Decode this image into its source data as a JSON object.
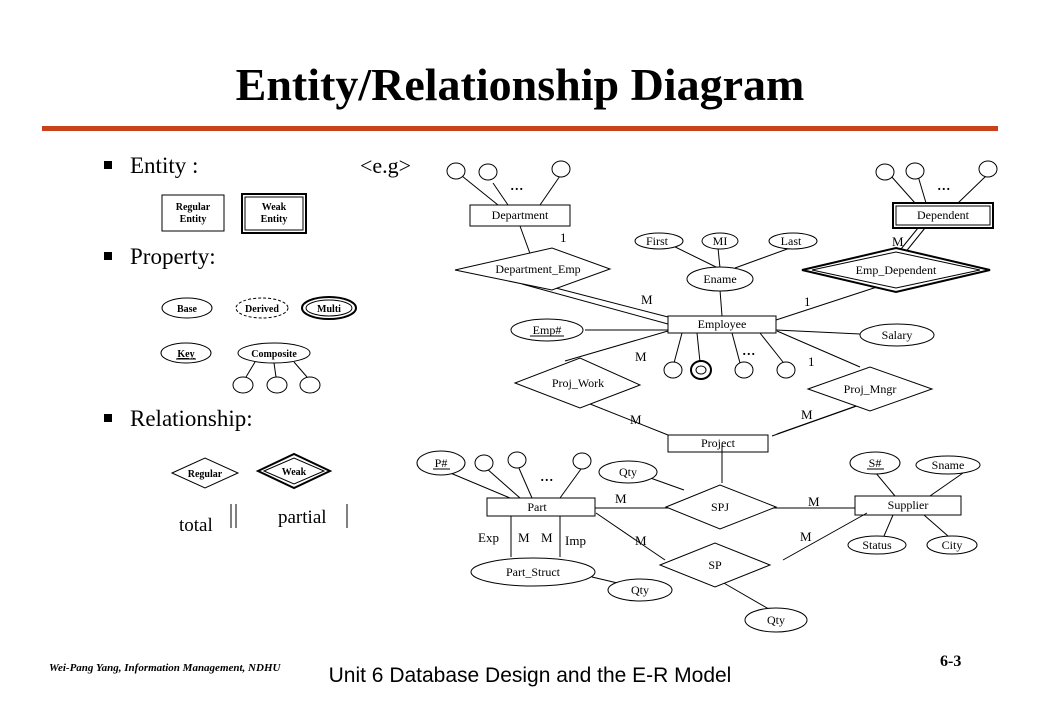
{
  "title": "Entity/Relationship Diagram",
  "bullets": {
    "entity": "Entity :",
    "property": "Property:",
    "relationship": "Relationship:"
  },
  "example_tag": "<e.g>",
  "legend": {
    "regular_entity": [
      "Regular",
      "Entity"
    ],
    "weak_entity": [
      "Weak",
      "Entity"
    ],
    "base": "Base",
    "derived": "Derived",
    "multi": "Multi",
    "key": "Key",
    "composite": "Composite",
    "regular_rel": "Regular",
    "weak_rel": "Weak",
    "total": "total",
    "partial": "partial"
  },
  "diagram": {
    "entities": {
      "department": "Department",
      "dependent": "Dependent",
      "employee": "Employee",
      "project": "Project",
      "part": "Part",
      "supplier": "Supplier"
    },
    "relationships": {
      "department_emp": "Department_Emp",
      "emp_dependent": "Emp_Dependent",
      "proj_work": "Proj_Work",
      "proj_mngr": "Proj_Mngr",
      "spj": "SPJ",
      "sp": "SP",
      "part_struct": "Part_Struct"
    },
    "attributes": {
      "first": "First",
      "mi": "MI",
      "last": "Last",
      "ename": "Ename",
      "emp_no": "Emp#",
      "salary": "Salary",
      "p_no": "P#",
      "s_no": "S#",
      "sname": "Sname",
      "status": "Status",
      "city": "City",
      "qty_spj": "Qty",
      "qty_part_struct": "Qty",
      "qty_sp": "Qty"
    },
    "ellipsis": "...",
    "cardinalities": {
      "dept": "1",
      "dept_emp": "M",
      "dependent": "M",
      "emp_dependent": "1",
      "proj_work_emp": "M",
      "proj_work_proj": "M",
      "proj_mngr_emp": "1",
      "proj_mngr_proj": "M",
      "spj_part": "M",
      "spj_supplier": "M",
      "spj_project": "M",
      "sp_supplier": "M",
      "exp": "Exp",
      "exp_m": "M",
      "imp_m": "M",
      "imp": "Imp"
    }
  },
  "footer": {
    "author": "Wei-Pang Yang, Information Management, NDHU",
    "unit": "Unit 6  Database Design and the E-R Model",
    "page": "6-3"
  }
}
